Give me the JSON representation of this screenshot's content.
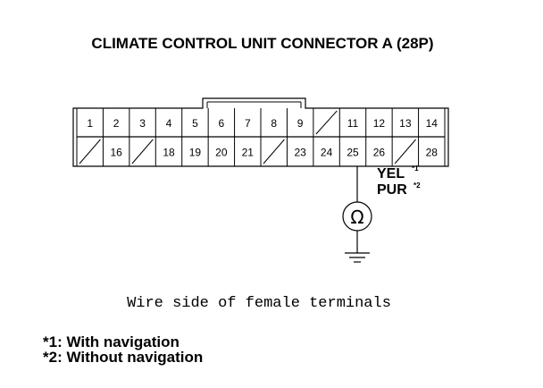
{
  "title": "CLIMATE CONTROL UNIT CONNECTOR A (28P)",
  "connector": {
    "top_row": [
      "1",
      "2",
      "3",
      "4",
      "5",
      "6",
      "7",
      "8",
      "9",
      "",
      "11",
      "12",
      "13",
      "14"
    ],
    "bottom_row": [
      "",
      "16",
      "",
      "18",
      "19",
      "20",
      "21",
      "",
      "23",
      "24",
      "25",
      "26",
      "",
      "28"
    ]
  },
  "wire": {
    "color1": "YEL",
    "note1": "*1",
    "color2": "PUR",
    "note2": "*2"
  },
  "meter_symbol": "Ω",
  "caption": "Wire side of female terminals",
  "notes": [
    "*1: With navigation",
    "*2: Without navigation"
  ]
}
